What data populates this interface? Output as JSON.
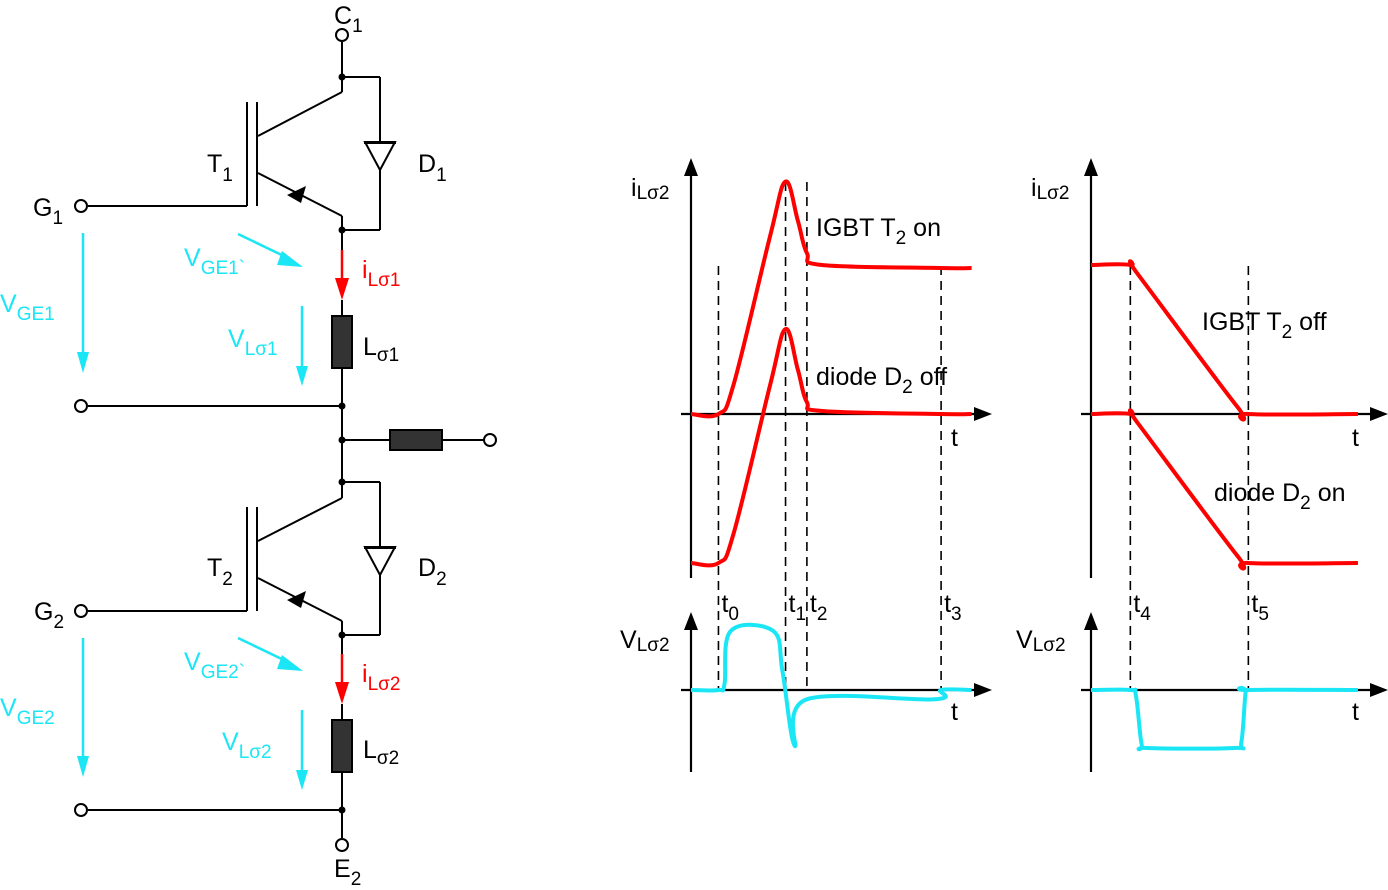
{
  "colors": {
    "current": "#ff0000",
    "voltage": "#1ae6f5",
    "circuit": "#000000",
    "inductor_fill": "#333333"
  },
  "circuit": {
    "terminals": {
      "c1": {
        "main": "C",
        "sub": "1"
      },
      "e2": {
        "main": "E",
        "sub": "2"
      },
      "g1": {
        "main": "G",
        "sub": "1"
      },
      "g2": {
        "main": "G",
        "sub": "2"
      }
    },
    "components": {
      "t1": {
        "main": "T",
        "sub": "1"
      },
      "t2": {
        "main": "T",
        "sub": "2"
      },
      "d1": {
        "main": "D",
        "sub": "1"
      },
      "d2": {
        "main": "D",
        "sub": "2"
      },
      "l1": {
        "main": "L",
        "sub": "σ1"
      },
      "l2": {
        "main": "L",
        "sub": "σ2"
      }
    },
    "voltages": {
      "vge1": {
        "main": "V",
        "sub": "GE1"
      },
      "vge1p": {
        "main": "V",
        "sub": "GE1`"
      },
      "vl1": {
        "main": "V",
        "sub": "Lσ1"
      },
      "vge2": {
        "main": "V",
        "sub": "GE2"
      },
      "vge2p": {
        "main": "V",
        "sub": "GE2`"
      },
      "vl2": {
        "main": "V",
        "sub": "Lσ2"
      }
    },
    "currents": {
      "il1": {
        "main": "i",
        "sub": "Lσ1"
      },
      "il2": {
        "main": "i",
        "sub": "Lσ2"
      }
    }
  },
  "chart_data": [
    {
      "type": "line",
      "title": "Turn-on of IGBT T2",
      "ylabel": {
        "main": "i",
        "sub": "Lσ2"
      },
      "xlabel": "t",
      "t_axis": [
        0,
        10
      ],
      "y_axis": [
        -1.0,
        1.6
      ],
      "markers": [
        {
          "main": "t",
          "sub": "0",
          "t": 0.9
        },
        {
          "main": "t",
          "sub": "1",
          "t": 3.1
        },
        {
          "main": "t",
          "sub": "2",
          "t": 3.8
        },
        {
          "main": "t",
          "sub": "3",
          "t": 8.2
        }
      ],
      "series": [
        {
          "name": "IGBT T2 on",
          "label_main": "IGBT T",
          "label_sub": "2",
          "label_tail": " on",
          "points": [
            [
              0,
              0
            ],
            [
              0.9,
              0
            ],
            [
              1.4,
              0.2
            ],
            [
              2.6,
              1.2
            ],
            [
              3.1,
              1.56
            ],
            [
              3.5,
              1.3
            ],
            [
              3.8,
              1.08
            ],
            [
              4.3,
              1.0
            ],
            [
              8.2,
              0.98
            ],
            [
              9.2,
              0.98
            ]
          ]
        },
        {
          "name": "diode D2 off",
          "label_main": "diode D",
          "label_sub": "2",
          "label_tail": " off",
          "points": [
            [
              0,
              -1.0
            ],
            [
              0.9,
              -1.0
            ],
            [
              1.4,
              -0.8
            ],
            [
              2.6,
              0.2
            ],
            [
              3.1,
              0.57
            ],
            [
              3.5,
              0.3
            ],
            [
              3.8,
              0.08
            ],
            [
              4.3,
              0.02
            ],
            [
              8.2,
              0
            ],
            [
              9.2,
              0
            ]
          ]
        }
      ]
    },
    {
      "type": "line",
      "title": "Voltage across Lσ2 at turn-on",
      "ylabel": {
        "main": "V",
        "sub": "Lσ2"
      },
      "xlabel": "t",
      "t_axis": [
        0,
        10
      ],
      "y_axis": [
        -1.0,
        1.0
      ],
      "series": [
        {
          "name": "VLσ2",
          "points": [
            [
              0,
              0
            ],
            [
              0.9,
              0
            ],
            [
              1.1,
              0.1
            ],
            [
              1.3,
              0.95
            ],
            [
              2.7,
              0.95
            ],
            [
              3.0,
              0.3
            ],
            [
              3.4,
              -0.9
            ],
            [
              3.8,
              -0.15
            ],
            [
              8.0,
              -0.15
            ],
            [
              8.2,
              0
            ],
            [
              9.2,
              0
            ]
          ]
        }
      ]
    },
    {
      "type": "line",
      "title": "Turn-off of IGBT T2",
      "ylabel": {
        "main": "i",
        "sub": "Lσ2"
      },
      "xlabel": "t",
      "t_axis": [
        0,
        10
      ],
      "y_axis": [
        -1.0,
        1.6
      ],
      "markers": [
        {
          "main": "t",
          "sub": "4",
          "t": 1.4
        },
        {
          "main": "t",
          "sub": "5",
          "t": 5.6
        }
      ],
      "series": [
        {
          "name": "IGBT T2 off",
          "label_main": "IGBT T",
          "label_sub": "2",
          "label_tail": " off",
          "points": [
            [
              0,
              1.0
            ],
            [
              1.4,
              1.0
            ],
            [
              1.7,
              0.93
            ],
            [
              5.2,
              0.05
            ],
            [
              5.6,
              0
            ],
            [
              9.5,
              0
            ]
          ]
        },
        {
          "name": "diode D2 on",
          "label_main": "diode D",
          "label_sub": "2",
          "label_tail": " on",
          "points": [
            [
              0,
              0
            ],
            [
              1.4,
              0
            ],
            [
              1.7,
              -0.07
            ],
            [
              5.2,
              -0.95
            ],
            [
              5.6,
              -1.0
            ],
            [
              9.5,
              -1.0
            ]
          ]
        }
      ]
    },
    {
      "type": "line",
      "title": "Voltage across Lσ2 at turn-off",
      "ylabel": {
        "main": "V",
        "sub": "Lσ2"
      },
      "xlabel": "t",
      "t_axis": [
        0,
        10
      ],
      "y_axis": [
        -1.0,
        1.0
      ],
      "series": [
        {
          "name": "VLσ2",
          "points": [
            [
              0,
              0
            ],
            [
              1.4,
              0
            ],
            [
              1.6,
              -0.1
            ],
            [
              1.8,
              -0.93
            ],
            [
              2.0,
              -1.0
            ],
            [
              5.1,
              -1.0
            ],
            [
              5.35,
              -0.9
            ],
            [
              5.5,
              -0.05
            ],
            [
              5.6,
              0
            ],
            [
              9.5,
              0
            ]
          ]
        }
      ]
    }
  ]
}
